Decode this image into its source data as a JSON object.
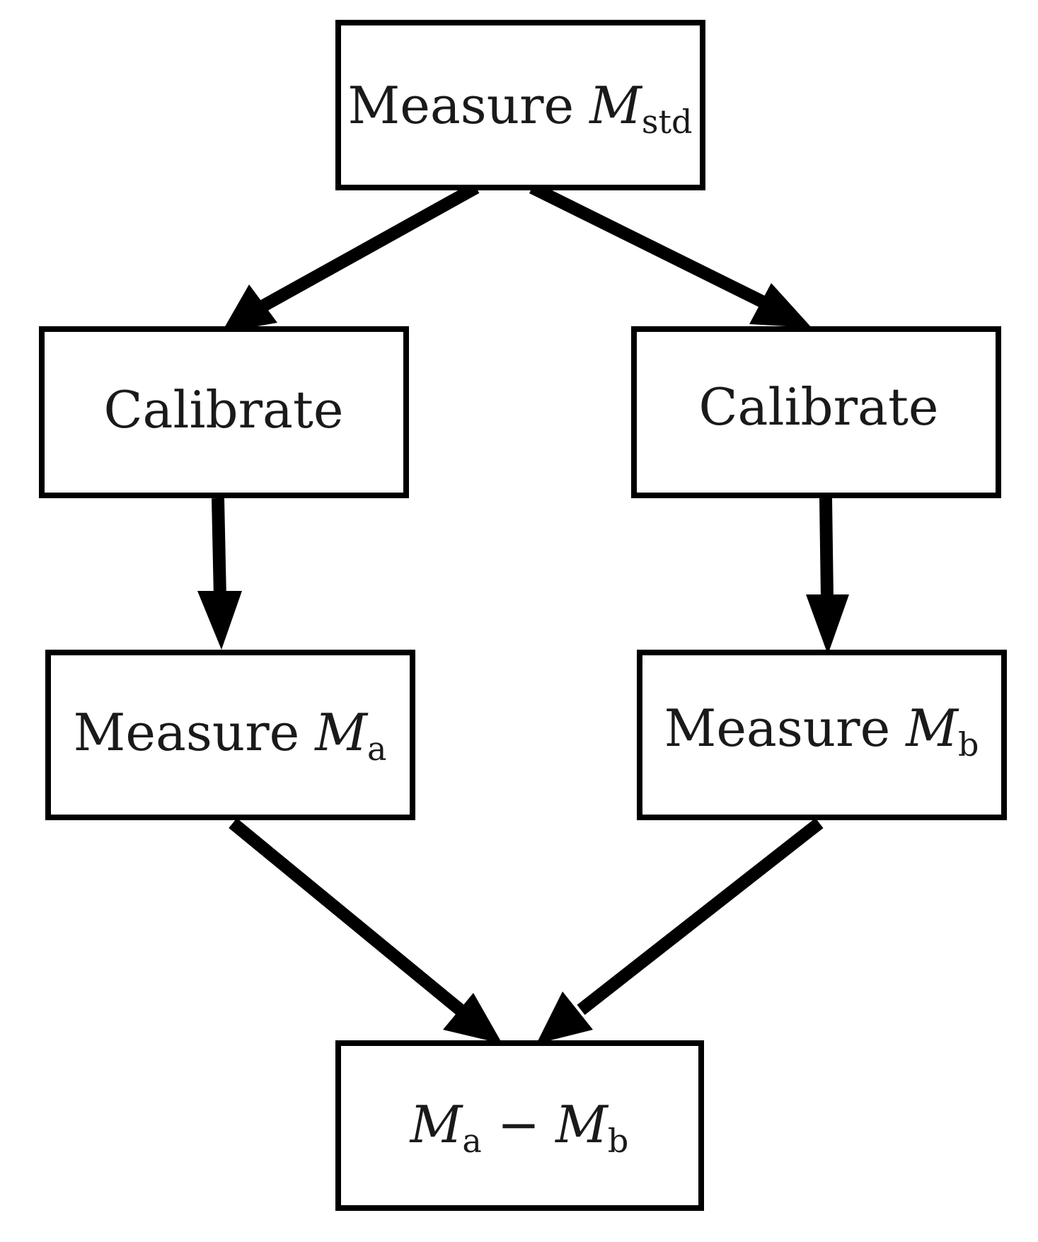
{
  "colors": {
    "stroke": "#000000",
    "text": "#1a1a1a",
    "background": "#ffffff"
  },
  "nodes": {
    "measure_std": {
      "word": "Measure",
      "var": "M",
      "sub": "std"
    },
    "calibrate_left": {
      "label": "Calibrate"
    },
    "calibrate_right": {
      "label": "Calibrate"
    },
    "measure_a": {
      "word": "Measure",
      "var": "M",
      "sub": "a"
    },
    "measure_b": {
      "word": "Measure",
      "var": "M",
      "sub": "b"
    },
    "difference": {
      "var1": "M",
      "sub1": "a",
      "op": "−",
      "var2": "M",
      "sub2": "b"
    }
  },
  "edges": [
    {
      "from": "measure_std",
      "to": "calibrate_left"
    },
    {
      "from": "measure_std",
      "to": "calibrate_right"
    },
    {
      "from": "calibrate_left",
      "to": "measure_a"
    },
    {
      "from": "calibrate_right",
      "to": "measure_b"
    },
    {
      "from": "measure_a",
      "to": "difference"
    },
    {
      "from": "measure_b",
      "to": "difference"
    }
  ]
}
